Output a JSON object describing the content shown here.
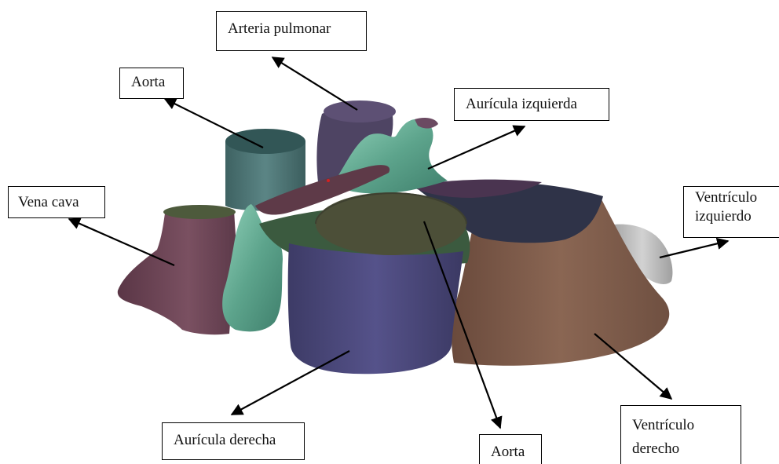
{
  "labels": {
    "arteria_pulmonar": "Arteria pulmonar",
    "aorta_top": "Aorta",
    "auricula_izquierda": "Aurícula izquierda",
    "vena_cava": "Vena cava",
    "ventriculo_izquierdo_line1": "Ventrículo",
    "ventriculo_izquierdo_line2": "izquierdo",
    "auricula_derecha": "Aurícula derecha",
    "aorta_bottom": "Aorta",
    "ventriculo_derecho_line1": "Ventrículo",
    "ventriculo_derecho_line2": "derecho"
  },
  "colors": {
    "vena_cava": "#6e4656",
    "aorta_cylinder": "#4b7272",
    "arteria_pulmonar": "#574866",
    "auricula_izquierda": "#6db49a",
    "auricula_derecha": "#4d4a78",
    "aorta_cut": "#4a4d38",
    "ventriculo_derecho": "#7d5b4b",
    "ventriculo_top": "#2f3348",
    "ventriculo_izquierdo": "#b9b9b9",
    "arrow": "#000000"
  }
}
